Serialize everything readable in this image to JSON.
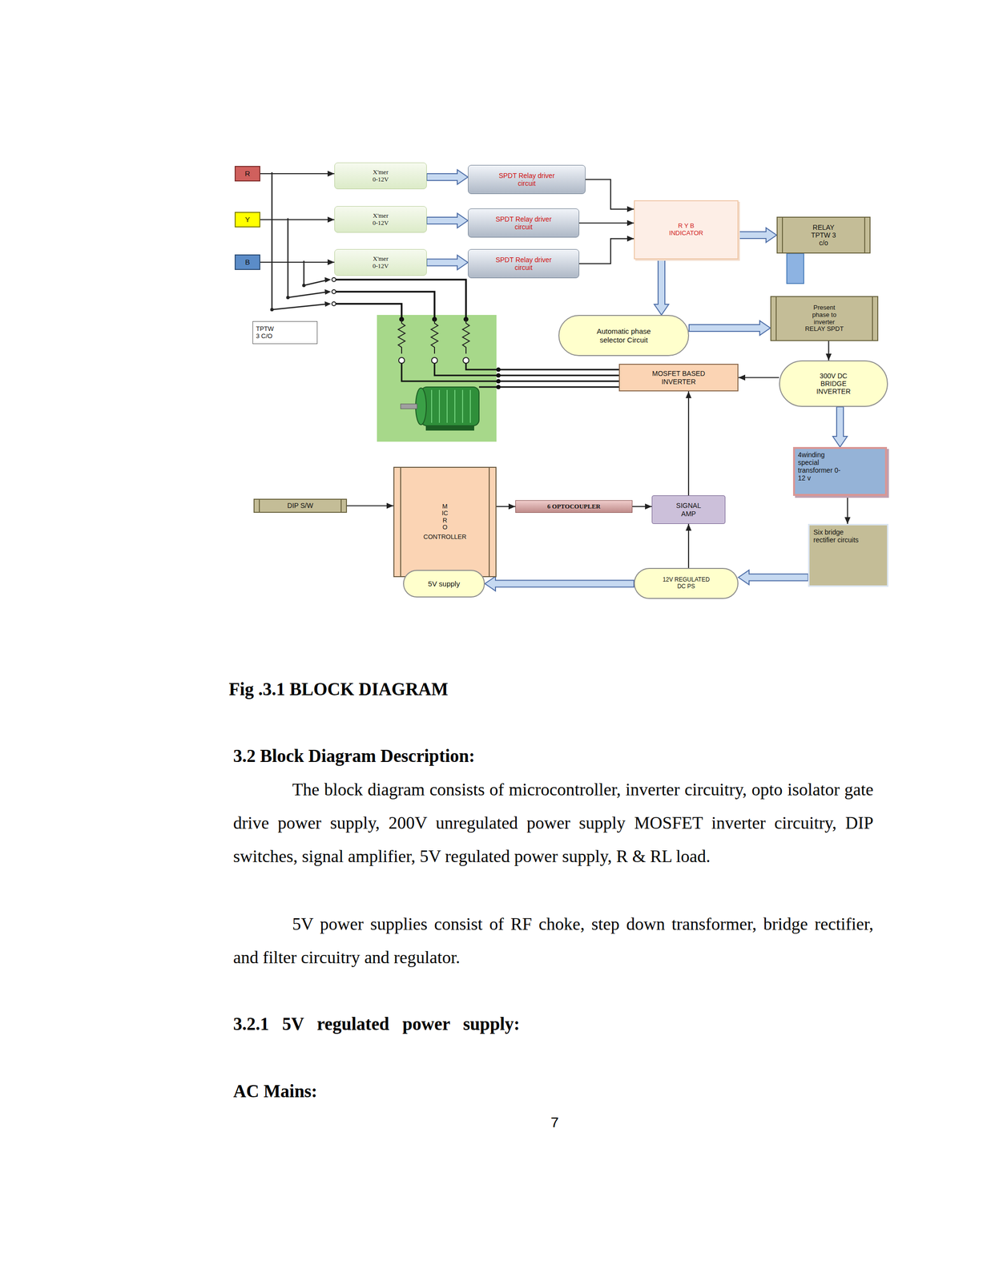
{
  "diagram": {
    "caption": "Fig .3.1 BLOCK DIAGRAM",
    "nodes": [
      {
        "text": [
          "R"
        ]
      },
      {
        "text": [
          "Y"
        ]
      },
      {
        "text": [
          "B"
        ]
      },
      {
        "text": [
          "X'mer",
          "0-12V"
        ]
      },
      {
        "text": [
          "X'mer",
          "0-12V"
        ]
      },
      {
        "text": [
          "X'mer",
          "0-12V"
        ]
      },
      {
        "text": [
          "SPDT Relay driver circuit"
        ]
      },
      {
        "text": [
          "SPDT Relay driver circuit"
        ]
      },
      {
        "text": [
          "SPDT Relay driver circuit"
        ]
      },
      {
        "text": [
          "R Y B INDICATOR"
        ]
      },
      {
        "text": [
          "RELAY TPTW 3 c/o"
        ]
      },
      {
        "text": [
          "Present phase to inverter RELAY SPDT"
        ]
      },
      {
        "text": [
          "TPTW 3 C/O"
        ]
      },
      {
        "text": [
          "Automatic phase selector Circuit"
        ]
      },
      {
        "text": [
          "MOSFET BASED INVERTER"
        ]
      },
      {
        "text": [
          "300V DC BRIDGE INVERTER"
        ]
      },
      {
        "text": [
          "4winding special transformer 0-12 v"
        ]
      },
      {
        "text": [
          "MICRO",
          "CONTROLLER"
        ]
      },
      {
        "text": [
          "DIP S/W"
        ]
      },
      {
        "text": [
          "6 OPTOCOUPLER"
        ]
      },
      {
        "text": [
          "SIGNAL AMP"
        ]
      },
      {
        "text": [
          "Six bridge rectifier circuits"
        ]
      },
      {
        "text": [
          "5V supply"
        ]
      },
      {
        "text": [
          "12V REGULATED DC PS"
        ]
      }
    ],
    "edges": [
      {
        "from": 0,
        "to": 3,
        "arrow": "to"
      },
      {
        "from": 1,
        "to": 4,
        "arrow": "to"
      },
      {
        "from": 2,
        "to": 5,
        "arrow": "to"
      },
      {
        "from": 3,
        "to": 6,
        "arrow": "to"
      },
      {
        "from": 4,
        "to": 7,
        "arrow": "to"
      },
      {
        "from": 5,
        "to": 8,
        "arrow": "to"
      },
      {
        "from": 6,
        "to": 9,
        "arrow": "to"
      },
      {
        "from": 7,
        "to": 9,
        "arrow": "to"
      },
      {
        "from": 8,
        "to": 9,
        "arrow": "to"
      },
      {
        "from": 9,
        "to": 10,
        "arrow": "to"
      },
      {
        "from": 9,
        "to": 13,
        "arrow": "to"
      },
      {
        "from": 13,
        "to": 11,
        "arrow": "to"
      },
      {
        "from": 11,
        "to": 15,
        "arrow": "to"
      },
      {
        "from": 15,
        "to": 14,
        "arrow": "to"
      },
      {
        "from": 15,
        "to": 16,
        "arrow": "to"
      },
      {
        "from": 16,
        "to": 21,
        "arrow": "to"
      },
      {
        "from": 21,
        "to": 23,
        "arrow": "to"
      },
      {
        "from": 23,
        "to": 22,
        "arrow": "to"
      },
      {
        "from": 23,
        "to": 20,
        "arrow": "to"
      },
      {
        "from": 22,
        "to": 17,
        "arrow": "to"
      },
      {
        "from": 18,
        "to": 17,
        "arrow": "to"
      },
      {
        "from": 17,
        "to": 19,
        "arrow": "to"
      },
      {
        "from": 19,
        "to": 20,
        "arrow": "to"
      },
      {
        "from": 20,
        "to": 14,
        "arrow": "to"
      }
    ],
    "labels": [
      "3.2 Block Diagram Description:",
      "The block diagram consists of microcontroller, inverter circuitry, opto isolator gate drive power supply, 200V unregulated power supply MOSFET inverter circuitry, DIP switches, signal amplifier, 5V regulated power supply, R & RL load.",
      "5V power supplies consist of RF choke, step down transformer, bridge rectifier, and filter circuitry and regulator.",
      "3.2.1 5V regulated power supply:",
      "AC Mains:",
      "7"
    ]
  }
}
